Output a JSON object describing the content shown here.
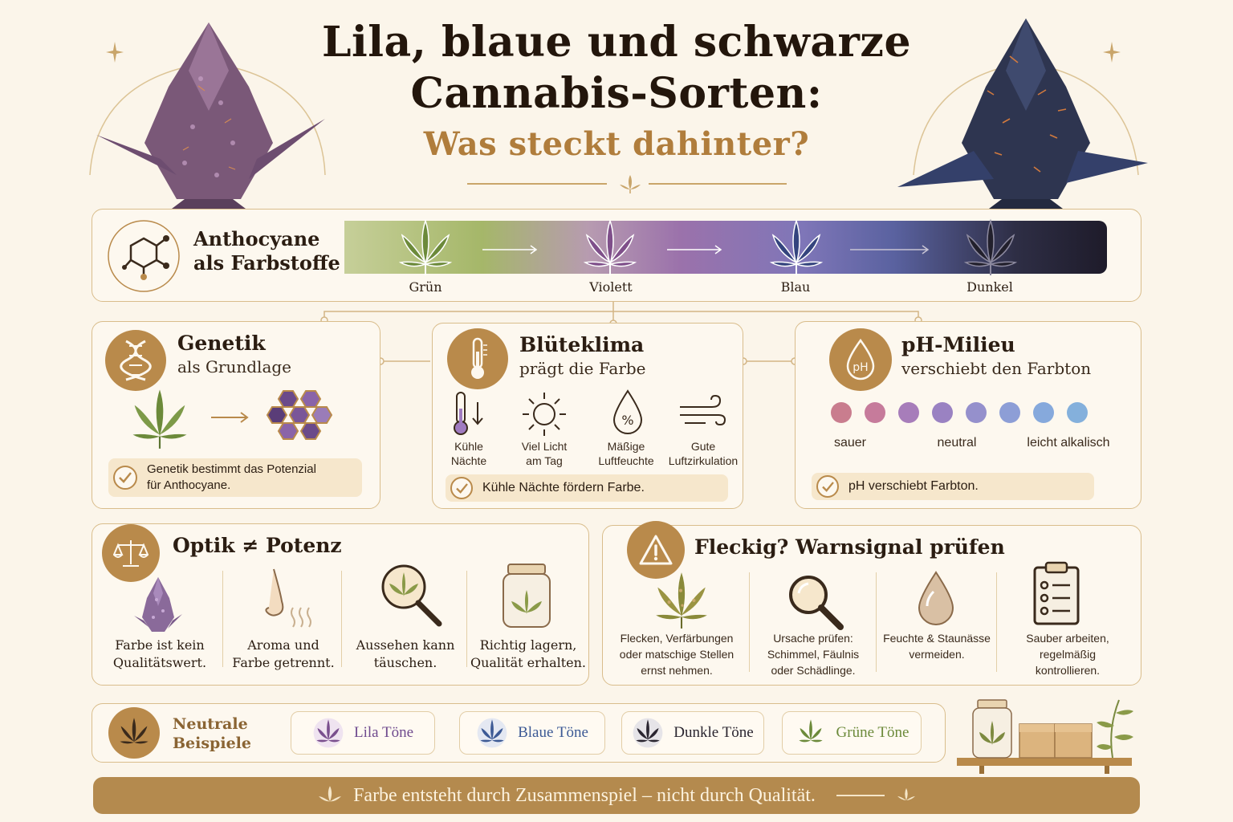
{
  "header": {
    "title_line1": "Lila, blaue und schwarze",
    "title_line2": "Cannabis-Sorten:",
    "subtitle": "Was steckt dahinter?"
  },
  "anthocyane": {
    "title_line1": "Anthocyane",
    "title_line2": "als Farbstoffe",
    "stages": [
      "Grün",
      "Violett",
      "Blau",
      "Dunkel"
    ]
  },
  "genetik": {
    "title": "Genetik",
    "subtitle": "als Grundlage",
    "note_line1": "Genetik bestimmt das Potenzial",
    "note_line2": "für Anthocyane."
  },
  "klima": {
    "title": "Blüteklima",
    "subtitle": "prägt die Farbe",
    "items": [
      {
        "line1": "Kühle",
        "line2": "Nächte"
      },
      {
        "line1": "Viel Licht",
        "line2": "am Tag"
      },
      {
        "line1": "Mäßige",
        "line2": "Luftfeuchte"
      },
      {
        "line1": "Gute",
        "line2": "Luftzirkulation"
      }
    ],
    "note": "Kühle Nächte fördern Farbe."
  },
  "ph": {
    "title": "pH-Milieu",
    "subtitle": "verschiebt den Farbton",
    "icon_text": "pH",
    "scale_labels": [
      "sauer",
      "neutral",
      "leicht alkalisch"
    ],
    "note": "pH verschiebt Farbton.",
    "dot_colors": [
      "#c97d8e",
      "#c67b9b",
      "#a77dba",
      "#9a82c2",
      "#9590cc",
      "#8d9ed6",
      "#86a9dc",
      "#84b0dc"
    ]
  },
  "optik": {
    "title": "Optik ≠ Potenz",
    "items": [
      {
        "line1": "Farbe ist kein",
        "line2": "Qualitätswert."
      },
      {
        "line1": "Aroma und",
        "line2": "Farbe getrennt."
      },
      {
        "line1": "Aussehen kann",
        "line2": "täuschen."
      },
      {
        "line1": "Richtig lagern,",
        "line2": "Qualität erhalten."
      }
    ]
  },
  "fleckig": {
    "title": "Fleckig? Warnsignal prüfen",
    "items": [
      {
        "line1": "Flecken, Verfärbungen",
        "line2": "oder matschige Stellen",
        "line3": "ernst nehmen."
      },
      {
        "line1": "Ursache prüfen:",
        "line2": "Schimmel, Fäulnis",
        "line3": "oder Schädlinge."
      },
      {
        "line1": "Feuchte & Staunässe",
        "line2": "vermeiden.",
        "line3": ""
      },
      {
        "line1": "Sauber arbeiten,",
        "line2": "regelmäßig",
        "line3": "kontrollieren."
      }
    ]
  },
  "beispiele": {
    "title_line1": "Neutrale",
    "title_line2": "Beispiele",
    "chips": [
      {
        "label": "Lila Töne",
        "color": "#6f4a8e"
      },
      {
        "label": "Blaue Töne",
        "color": "#3d5a95"
      },
      {
        "label": "Dunkle Töne",
        "color": "#2a2530"
      },
      {
        "label": "Grüne Töne",
        "color": "#6c8a3a"
      }
    ]
  },
  "footer": {
    "text": "Farbe entsteht durch Zusammenspiel – nicht durch Qualität."
  },
  "colors": {
    "gold": "#b98a4b",
    "border": "#d9bd8c",
    "background": "#fbf5ea",
    "footer": "#b48a4e"
  }
}
